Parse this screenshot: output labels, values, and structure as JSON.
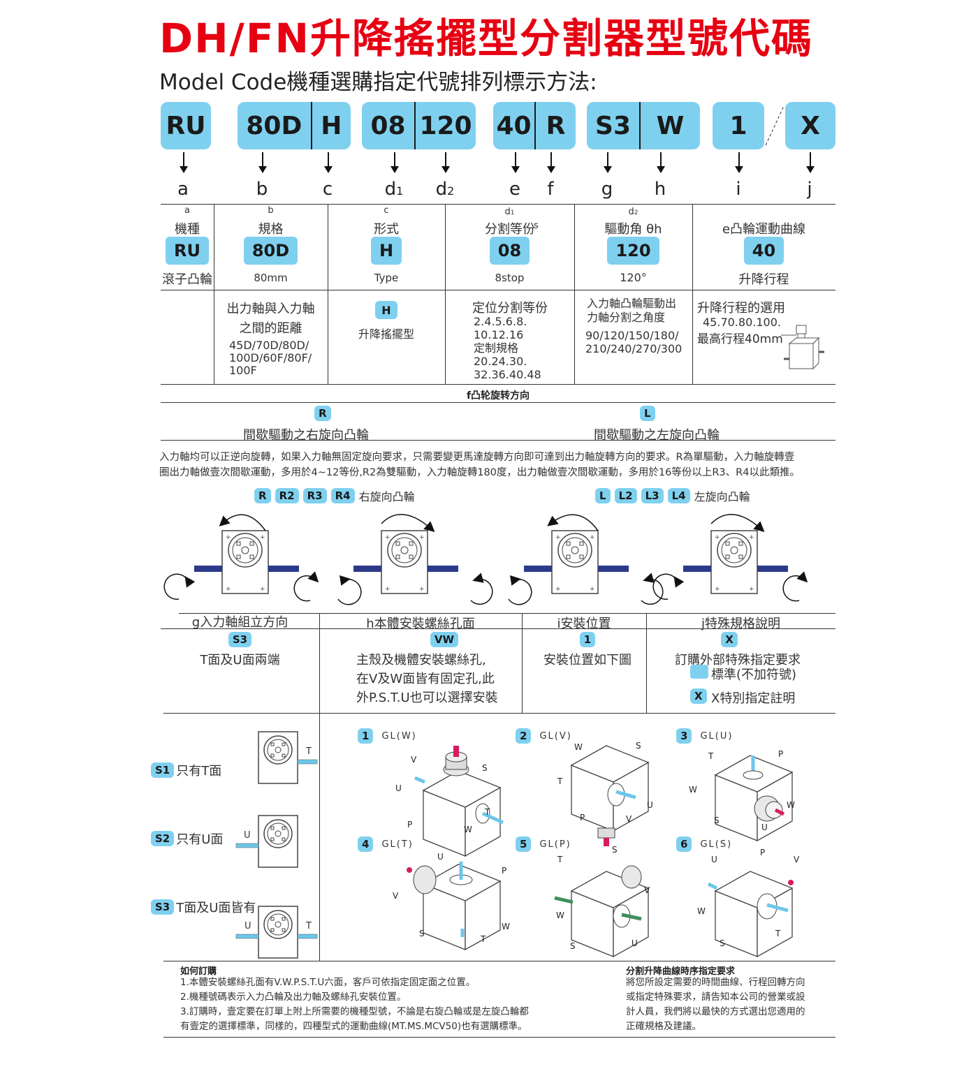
{
  "title": "DH/FN升降搖擺型分割器型號代碼",
  "subtitle": "Model Code機種選購指定代號排列標示方法:",
  "code_row": {
    "RU": "RU",
    "b": "80D",
    "c": "H",
    "d1": "08",
    "d2": "120",
    "e": "40",
    "f": "R",
    "g": "S3",
    "h": "W",
    "i": "1",
    "j": "X"
  },
  "letters": {
    "a": "a",
    "b": "b",
    "c": "c",
    "d1": "d1",
    "d2": "d2",
    "e": "e",
    "f": "f",
    "g": "g",
    "h": "h",
    "i": "i",
    "j": "j"
  },
  "table1": {
    "a": {
      "tag": "a",
      "head": "機種",
      "badge": "RU",
      "foot": "滾子凸輪"
    },
    "b": {
      "tag": "b",
      "head": "規格",
      "badge": "80D",
      "foot": "80mm",
      "desc1": "出力軸與入力軸",
      "desc2": "之間的距離",
      "desc3": "45D/70D/80D/",
      "desc4": "100D/60F/80F/",
      "desc5": "100F"
    },
    "c": {
      "tag": "c",
      "head": "形式",
      "badge": "H",
      "foot": "Type",
      "desc_badge": "H",
      "desc": "升降搖擺型"
    },
    "d1": {
      "tag": "d1",
      "head": "分割等份",
      "head_s": "s",
      "badge": "08",
      "foot": "8stop",
      "desc1": "定位分割等份",
      "desc2": "2.4.5.6.8.",
      "desc3": "10.12.16",
      "desc4": "定制規格",
      "desc5": "20.24.30.",
      "desc6": "32.36.40.48"
    },
    "d2": {
      "tag": "d2",
      "head": "驅動角 θh",
      "badge": "120",
      "foot": "120°",
      "desc1": "入力軸凸輪驅動出",
      "desc2": "力軸分割之角度",
      "desc3": "90/120/150/180/",
      "desc4": "210/240/270/300"
    },
    "e": {
      "head": "e凸輪運動曲線",
      "badge": "40",
      "foot": "升降行程",
      "desc1": "升降行程的選用",
      "desc2": "45.70.80.100.",
      "desc3": "最高行程40mm"
    }
  },
  "rotation": {
    "title": "f凸轮旋转方向",
    "R_badge": "R",
    "R_label": "間歇驅動之右旋向凸輪",
    "L_badge": "L",
    "L_label": "間歇驅動之左旋向凸輪",
    "note1": "入力軸均可以正逆向旋轉，如果入力軸無固定旋向要求，只需要變更馬達旋轉方向即可達到出力軸旋轉方向的要求。R為單驅動，入力軸旋轉壹",
    "note2": "圈出力軸做壹次間歇運動，多用於4~12等份,R2為雙驅動，入力軸旋轉180度，出力軸做壹次間歇運動，多用於16等份以上R3、R4以此類推。",
    "right_badges": [
      "R",
      "R2",
      "R3",
      "R4"
    ],
    "right_label": "右旋向凸輪",
    "left_badges": [
      "L",
      "L2",
      "L3",
      "L4"
    ],
    "left_label": "左旋向凸輪"
  },
  "table2": {
    "g": {
      "head": "g入力軸組立方向",
      "badge": "S3",
      "desc": "T面及U面兩端"
    },
    "h": {
      "head": "h本體安裝螺絲孔面",
      "badge": "VW",
      "desc1": "主殼及機體安裝螺絲孔,",
      "desc2": "在V及W面皆有固定孔,此",
      "desc3": "外P.S.T.U也可以選擇安裝"
    },
    "i": {
      "head": "i安裝位置",
      "badge": "1",
      "desc": "安裝位置如下圖"
    },
    "j": {
      "head": "j特殊規格說明",
      "badge": "X",
      "desc1": "訂購外部特殊指定要求",
      "desc2": "標準(不加符號)",
      "badge2": "X",
      "desc3": "X特別指定註明"
    }
  },
  "shaft_options": [
    {
      "badge": "S1",
      "label": "只有T面",
      "t": "T",
      "u": ""
    },
    {
      "badge": "S2",
      "label": "只有U面",
      "t": "",
      "u": "U"
    },
    {
      "badge": "S3",
      "label": "T面及U面皆有",
      "t": "T",
      "u": "U"
    }
  ],
  "positions": [
    {
      "num": "1",
      "label": "GL(W)"
    },
    {
      "num": "2",
      "label": "GL(V)"
    },
    {
      "num": "3",
      "label": "GL(U)"
    },
    {
      "num": "4",
      "label": "GL(T)"
    },
    {
      "num": "5",
      "label": "GL(P)"
    },
    {
      "num": "6",
      "label": "GL(S)"
    }
  ],
  "face_letters": {
    "P": "P",
    "S": "S",
    "T": "T",
    "U": "U",
    "V": "V",
    "W": "W"
  },
  "order": {
    "title": "如何訂購",
    "l1": "1.本體安裝螺絲孔面有V.W.P.S.T.U六面，客戶可依指定固定面之位置。",
    "l2": "2.機種號碼表示入力凸輪及出力軸及螺絲孔安裝位置。",
    "l3": "3.訂購時，壹定要在訂單上附上所需要的機種型號，不論是右旋凸輪或是左旋凸輪都",
    "l4": "有壹定的選擇標準，同樣的，四種型式的運動曲線(MT.MS.MCV50)也有選購標準。"
  },
  "curve": {
    "title": "分割升降曲線時序指定要求",
    "l1": "將您所設定需要的時間曲線、行程回轉方向",
    "l2": "或指定特殊要求，請告知本公司的營業或設",
    "l3": "計人員，我們將以最快的方式選出您適用的",
    "l4": "正確規格及建議。"
  },
  "colors": {
    "title": "#e60012",
    "badge": "#7fd0ef",
    "shaft_navy": "#2b3a8a",
    "shaft_blue": "#6cc7ea",
    "shaft_green": "#3f8f5a",
    "shaft_magenta": "#d81b60"
  }
}
